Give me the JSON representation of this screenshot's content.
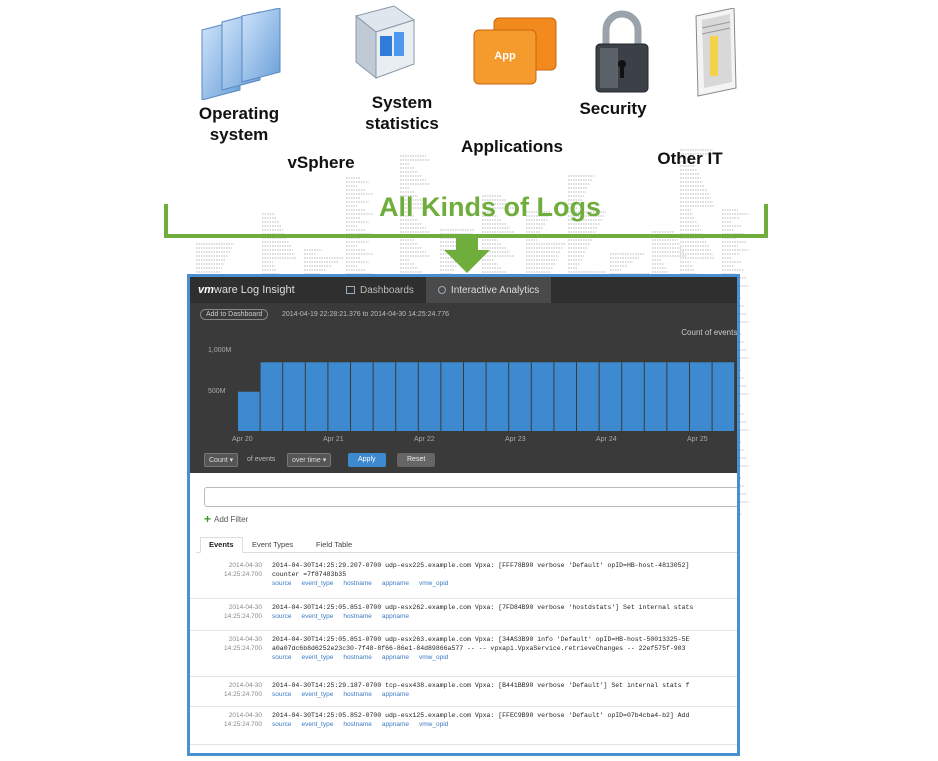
{
  "sources": [
    {
      "label": "Operating\nsystem",
      "icon": "stacked-windows-icon"
    },
    {
      "label": "vSphere",
      "icon": "none"
    },
    {
      "label": "System\nstatistics",
      "icon": "glass-cube-icon"
    },
    {
      "label": "Applications",
      "icon": "app-boxes-icon"
    },
    {
      "label": "Security",
      "icon": "padlock-icon"
    },
    {
      "label": "Other IT",
      "icon": "document-icon"
    }
  ],
  "app_icon_text": "App",
  "banner": "All Kinds of Logs",
  "colors": {
    "accent_green": "#6fae3c",
    "window_border": "#4a8fd0",
    "bar": "#3d8ad0",
    "dark_bg": "#3a3a3a"
  },
  "log_insight": {
    "brand_prefix": "vm",
    "brand_suffix": "ware Log Insight",
    "nav_tabs": [
      "Dashboards",
      "Interactive Analytics"
    ],
    "add_to_dashboard": "Add to Dashboard",
    "time_range": "2014-04-19 22:28:21.376 to 2014-04-30 14:25:24.776",
    "chart_caption": "Count of events ov",
    "controls": {
      "count": "Count",
      "of_events": "of events",
      "over_time": "over time",
      "apply": "Apply",
      "reset": "Reset"
    },
    "add_filter": "Add Filter",
    "tabs": [
      "Events",
      "Event Types",
      "Field Table"
    ],
    "events": [
      {
        "date": "2014-04-30",
        "time": "14:25:24.700",
        "text": "2014-04-30T14:25:29.207-0700 udp-esx225.example.com Vpxa: [FFF78B90 verbose 'Default' opID=HB-host-4813052]\ncounter =7f87483b35",
        "fields": [
          "source",
          "event_type",
          "hostname",
          "appname",
          "vmw_opid"
        ]
      },
      {
        "date": "2014-04-30",
        "time": "14:25:24.700",
        "text": "2014-04-30T14:25:05.851-0700 udp-esx262.example.com Vpxa: [7FD84B90 verbose 'hostdstats'] Set internal stats",
        "fields": [
          "source",
          "event_type",
          "hostname",
          "appname"
        ]
      },
      {
        "date": "2014-04-30",
        "time": "14:25:24.700",
        "text": "2014-04-30T14:25:05.851-0700 udp-esx263.example.com Vpxa: [34AS3B90 info 'Default' opID=HB-host-50013325-5E\na0a07dc6b8d6252e23c30-7f48-8f66-86e1-84d89866a577 -- -- vpxapi.VpxaService.retrieveChanges -- 22ef575f-903",
        "fields": [
          "source",
          "event_type",
          "hostname",
          "appname",
          "vmw_opid"
        ]
      },
      {
        "date": "2014-04-30",
        "time": "14:25:24.700",
        "text": "2014-04-30T14:25:29.187-0700 tcp-esx438.example.com Vpxa: [B441BB90 verbose 'Default'] Set internal stats f",
        "fields": [
          "source",
          "event_type",
          "hostname",
          "appname"
        ]
      },
      {
        "date": "2014-04-30",
        "time": "14:25:24.700",
        "text": "2014-04-30T14:25:05.852-0700 udp-esx125.example.com Vpxa: [FFEC9B90 verbose 'Default' opID=07b4cba4-b2] Add",
        "fields": [
          "source",
          "event_type",
          "hostname",
          "appname",
          "vmw_opid"
        ]
      }
    ]
  },
  "chart_data": {
    "type": "bar",
    "title": "Count of events ov",
    "ytick_labels": [
      "1,000M",
      "500M"
    ],
    "xtick_labels": [
      "Apr 20",
      "Apr 21",
      "Apr 22",
      "Apr 23",
      "Apr 24",
      "Apr 25"
    ],
    "ylim": [
      0,
      1100
    ],
    "values": [
      480,
      840,
      840,
      840,
      840,
      840,
      840,
      840,
      840,
      840,
      840,
      840,
      840,
      840,
      840,
      840,
      840,
      840,
      840,
      840,
      840,
      840
    ],
    "grid": false
  }
}
